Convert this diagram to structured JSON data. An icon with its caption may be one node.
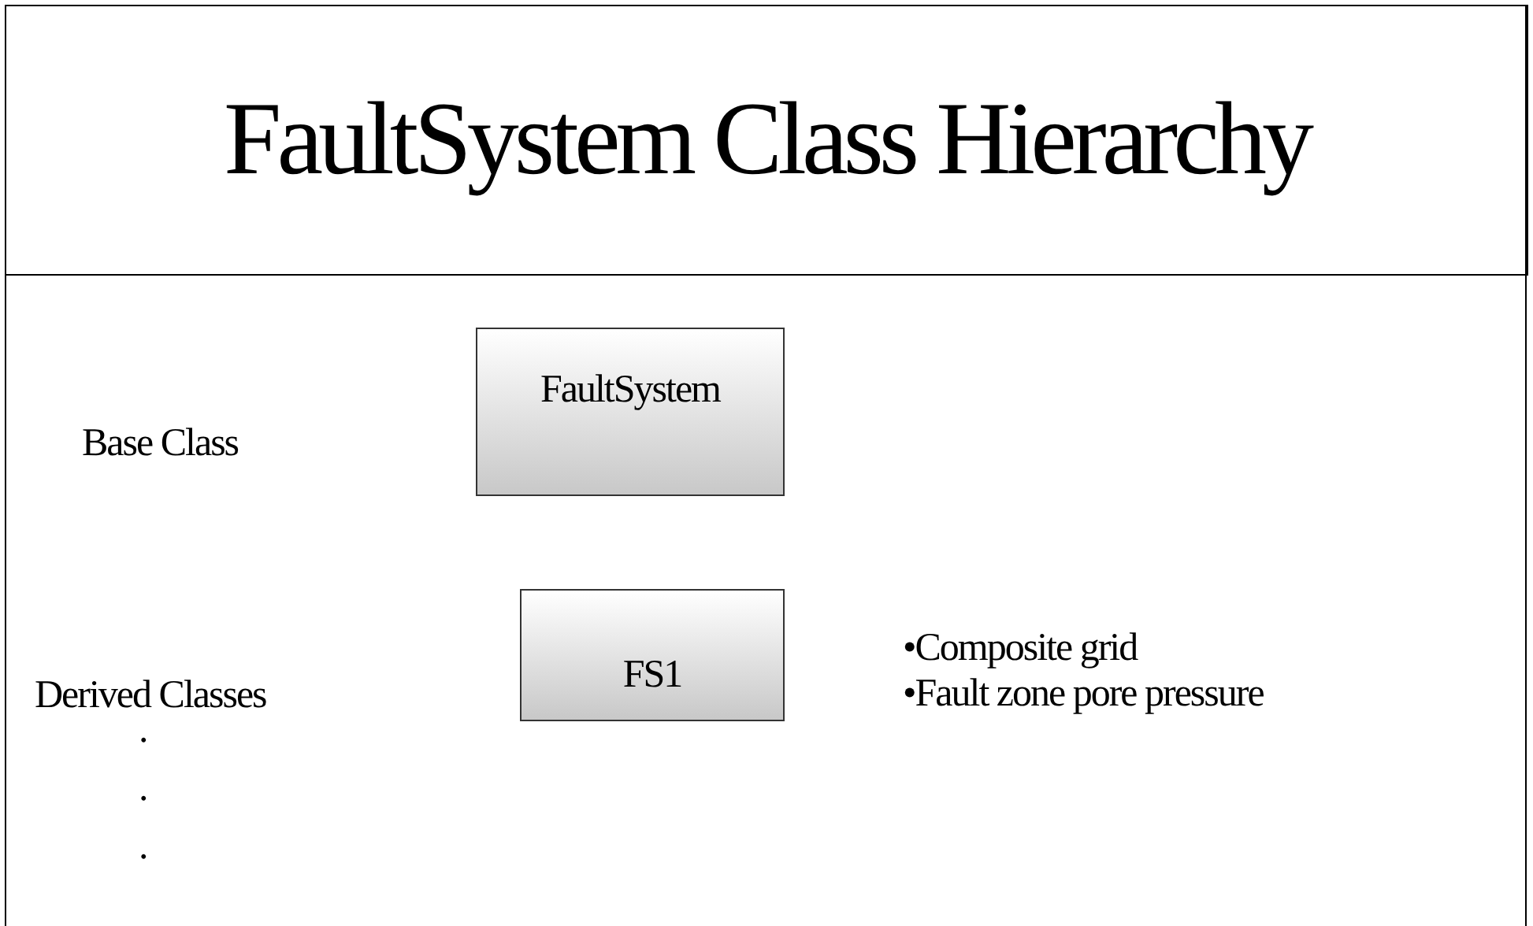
{
  "diagram": {
    "title": "FaultSystem Class Hierarchy",
    "nodes": [
      {
        "text": [
          "FaultSystem"
        ]
      },
      {
        "text": [
          "FS1"
        ]
      }
    ],
    "labels": [
      "Base Class",
      "Derived Classes",
      "•Composite grid",
      "•Fault zone pore pressure",
      ".",
      ".",
      "."
    ]
  }
}
